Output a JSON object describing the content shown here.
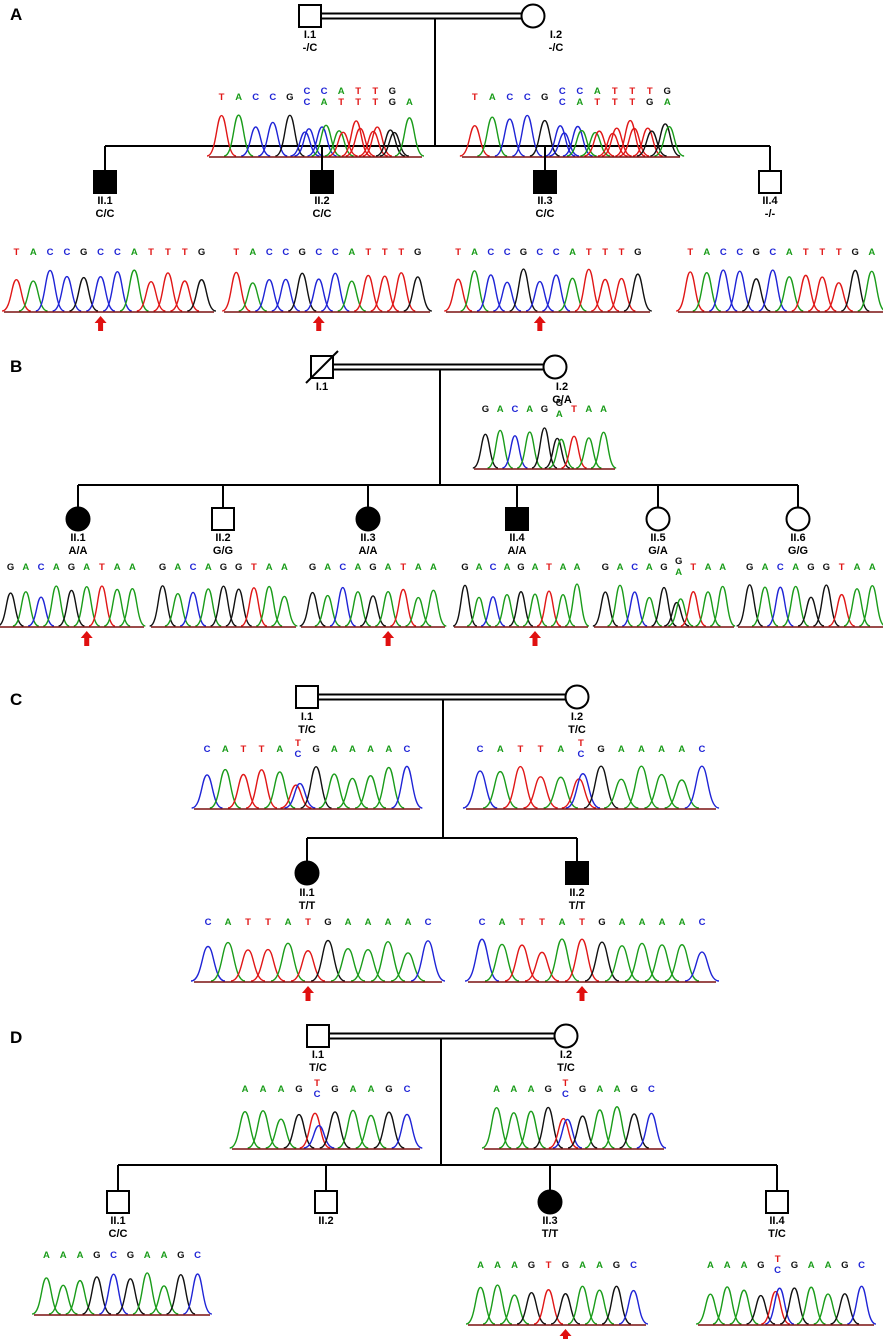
{
  "colors": {
    "A": "#1a9c1a",
    "C": "#1f24d6",
    "G": "#111111",
    "T": "#e01717",
    "arrow": "#e01010"
  },
  "panels": [
    {
      "label": "A",
      "parents": [
        {
          "id": "I.1",
          "genotype": "-/C",
          "sex": "male",
          "affected": false,
          "deceased": false,
          "seq": [
            [
              "T"
            ],
            [
              "A"
            ],
            [
              "C"
            ],
            [
              "C"
            ],
            [
              "G"
            ],
            [
              "C",
              "C"
            ],
            [
              "C",
              "A"
            ],
            [
              "A",
              "T"
            ],
            [
              "T",
              "T"
            ],
            [
              "T",
              "T"
            ],
            [
              "G",
              "G"
            ],
            [
              "",
              "A"
            ]
          ]
        },
        {
          "id": "I.2",
          "genotype": "-/C",
          "sex": "female",
          "affected": false,
          "deceased": false,
          "seq": [
            [
              "T"
            ],
            [
              "A"
            ],
            [
              "C"
            ],
            [
              "C"
            ],
            [
              "G"
            ],
            [
              "C",
              "C"
            ],
            [
              "C",
              "A"
            ],
            [
              "A",
              "T"
            ],
            [
              "T",
              "T"
            ],
            [
              "T",
              "T"
            ],
            [
              "T",
              "G"
            ],
            [
              "G",
              "A"
            ]
          ]
        }
      ],
      "children": [
        {
          "id": "II.1",
          "genotype": "C/C",
          "sex": "male",
          "affected": true,
          "arrow": true,
          "seq": [
            "T",
            "A",
            "C",
            "C",
            "G",
            "C",
            "C",
            "A",
            "T",
            "T",
            "T",
            "G"
          ]
        },
        {
          "id": "II.2",
          "genotype": "C/C",
          "sex": "male",
          "affected": true,
          "arrow": true,
          "seq": [
            "T",
            "A",
            "C",
            "C",
            "G",
            "C",
            "C",
            "A",
            "T",
            "T",
            "T",
            "G"
          ]
        },
        {
          "id": "II.3",
          "genotype": "C/C",
          "sex": "male",
          "affected": true,
          "arrow": true,
          "seq": [
            "T",
            "A",
            "C",
            "C",
            "G",
            "C",
            "C",
            "A",
            "T",
            "T",
            "T",
            "G"
          ]
        },
        {
          "id": "II.4",
          "genotype": "-/-",
          "sex": "male",
          "affected": false,
          "arrow": false,
          "seq": [
            "T",
            "A",
            "C",
            "C",
            "G",
            "C",
            "A",
            "T",
            "T",
            "T",
            "G",
            "A"
          ]
        }
      ]
    },
    {
      "label": "B",
      "parents": [
        {
          "id": "I.1",
          "genotype": "",
          "sex": "male",
          "affected": false,
          "deceased": true,
          "seq": []
        },
        {
          "id": "I.2",
          "genotype": "G/A",
          "sex": "female",
          "affected": false,
          "deceased": false,
          "seq": [
            [
              "G"
            ],
            [
              "A"
            ],
            [
              "C"
            ],
            [
              "A"
            ],
            [
              "G"
            ],
            [
              "G",
              "A"
            ],
            [
              "T"
            ],
            [
              "A"
            ],
            [
              "A"
            ]
          ]
        }
      ],
      "children": [
        {
          "id": "II.1",
          "genotype": "A/A",
          "sex": "female",
          "affected": true,
          "arrow": true,
          "seq": [
            "G",
            "A",
            "C",
            "A",
            "G",
            "A",
            "T",
            "A",
            "A"
          ]
        },
        {
          "id": "II.2",
          "genotype": "G/G",
          "sex": "male",
          "affected": false,
          "arrow": false,
          "seq": [
            "G",
            "A",
            "C",
            "A",
            "G",
            "G",
            "T",
            "A",
            "A"
          ]
        },
        {
          "id": "II.3",
          "genotype": "A/A",
          "sex": "female",
          "affected": true,
          "arrow": true,
          "seq": [
            "G",
            "A",
            "C",
            "A",
            "G",
            "A",
            "T",
            "A",
            "A"
          ]
        },
        {
          "id": "II.4",
          "genotype": "A/A",
          "sex": "male",
          "affected": true,
          "arrow": true,
          "seq": [
            "G",
            "A",
            "C",
            "A",
            "G",
            "A",
            "T",
            "A",
            "A"
          ]
        },
        {
          "id": "II.5",
          "genotype": "G/A",
          "sex": "female",
          "affected": false,
          "arrow": false,
          "seq": [
            [
              "G"
            ],
            [
              "A"
            ],
            [
              "C"
            ],
            [
              "A"
            ],
            [
              "G"
            ],
            [
              "G",
              "A"
            ],
            [
              "T"
            ],
            [
              "A"
            ],
            [
              "A"
            ]
          ]
        },
        {
          "id": "II.6",
          "genotype": "G/G",
          "sex": "female",
          "affected": false,
          "arrow": false,
          "seq": [
            "G",
            "A",
            "C",
            "A",
            "G",
            "G",
            "T",
            "A",
            "A"
          ]
        }
      ]
    },
    {
      "label": "C",
      "parents": [
        {
          "id": "I.1",
          "genotype": "T/C",
          "sex": "male",
          "affected": false,
          "deceased": false,
          "seq": [
            [
              "C"
            ],
            [
              "A"
            ],
            [
              "T"
            ],
            [
              "T"
            ],
            [
              "A"
            ],
            [
              "T",
              "C"
            ],
            [
              "G"
            ],
            [
              "A"
            ],
            [
              "A"
            ],
            [
              "A"
            ],
            [
              "A"
            ],
            [
              "C"
            ]
          ]
        },
        {
          "id": "I.2",
          "genotype": "T/C",
          "sex": "female",
          "affected": false,
          "deceased": false,
          "seq": [
            [
              "C"
            ],
            [
              "A"
            ],
            [
              "T"
            ],
            [
              "T"
            ],
            [
              "A"
            ],
            [
              "T",
              "C"
            ],
            [
              "G"
            ],
            [
              "A"
            ],
            [
              "A"
            ],
            [
              "A"
            ],
            [
              "A"
            ],
            [
              "C"
            ]
          ]
        }
      ],
      "children": [
        {
          "id": "II.1",
          "genotype": "T/T",
          "sex": "female",
          "affected": true,
          "arrow": true,
          "seq": [
            "C",
            "A",
            "T",
            "T",
            "A",
            "T",
            "G",
            "A",
            "A",
            "A",
            "A",
            "C"
          ]
        },
        {
          "id": "II.2",
          "genotype": "T/T",
          "sex": "male",
          "affected": true,
          "arrow": true,
          "seq": [
            "C",
            "A",
            "T",
            "T",
            "A",
            "T",
            "G",
            "A",
            "A",
            "A",
            "A",
            "C"
          ]
        }
      ]
    },
    {
      "label": "D",
      "parents": [
        {
          "id": "I.1",
          "genotype": "T/C",
          "sex": "male",
          "affected": false,
          "deceased": false,
          "seq": [
            [
              "A"
            ],
            [
              "A"
            ],
            [
              "A"
            ],
            [
              "G"
            ],
            [
              "T",
              "C"
            ],
            [
              "G"
            ],
            [
              "A"
            ],
            [
              "A"
            ],
            [
              "G"
            ],
            [
              "C"
            ]
          ]
        },
        {
          "id": "I.2",
          "genotype": "T/C",
          "sex": "female",
          "affected": false,
          "deceased": false,
          "seq": [
            [
              "A"
            ],
            [
              "A"
            ],
            [
              "A"
            ],
            [
              "G"
            ],
            [
              "T",
              "C"
            ],
            [
              "G"
            ],
            [
              "A"
            ],
            [
              "A"
            ],
            [
              "G"
            ],
            [
              "C"
            ]
          ]
        }
      ],
      "children": [
        {
          "id": "II.1",
          "genotype": "C/C",
          "sex": "male",
          "affected": false,
          "arrow": false,
          "seq": [
            "A",
            "A",
            "A",
            "G",
            "C",
            "G",
            "A",
            "A",
            "G",
            "C"
          ]
        },
        {
          "id": "II.2",
          "genotype": "",
          "sex": "male",
          "affected": false,
          "arrow": false,
          "seq": []
        },
        {
          "id": "II.3",
          "genotype": "T/T",
          "sex": "female",
          "affected": true,
          "arrow": true,
          "seq": [
            "A",
            "A",
            "A",
            "G",
            "T",
            "G",
            "A",
            "A",
            "G",
            "C"
          ]
        },
        {
          "id": "II.4",
          "genotype": "T/C",
          "sex": "male",
          "affected": false,
          "arrow": false,
          "seq": [
            [
              "A"
            ],
            [
              "A"
            ],
            [
              "A"
            ],
            [
              "G"
            ],
            [
              "T",
              "C"
            ],
            [
              "G"
            ],
            [
              "A"
            ],
            [
              "A"
            ],
            [
              "G"
            ],
            [
              "C"
            ]
          ]
        }
      ]
    }
  ]
}
